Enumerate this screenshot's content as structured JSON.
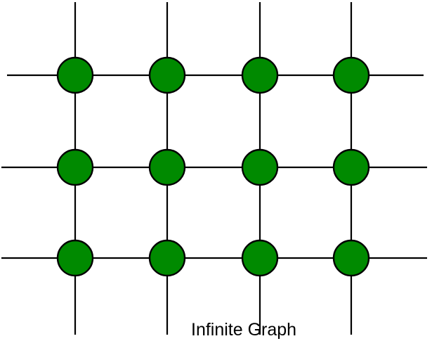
{
  "caption": "Infinite Graph",
  "colors": {
    "node_fill": "#008a00",
    "edge": "#000000",
    "background": "#ffffff"
  },
  "grid": {
    "rows": 3,
    "cols": 4
  }
}
